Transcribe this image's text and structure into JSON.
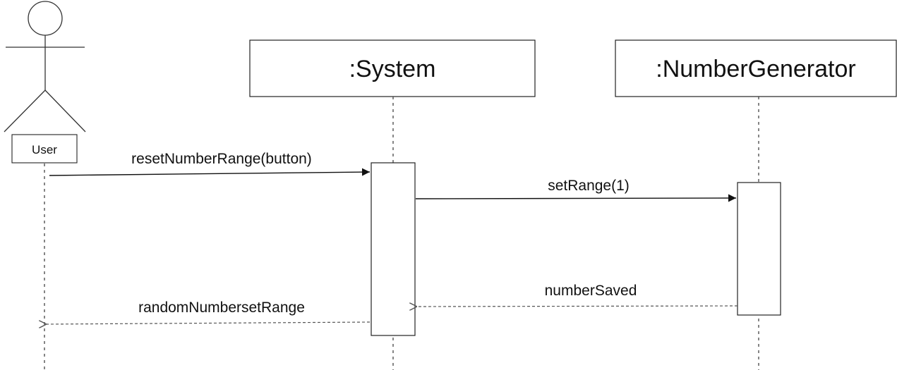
{
  "actor": {
    "label": "User"
  },
  "participants": [
    {
      "label": ":System"
    },
    {
      "label": ":NumberGenerator"
    }
  ],
  "messages": [
    {
      "label": "resetNumberRange(button)",
      "kind": "synchronous"
    },
    {
      "label": "setRange(1)",
      "kind": "synchronous"
    },
    {
      "label": "numberSaved",
      "kind": "return"
    },
    {
      "label": "randomNumbersetRange",
      "kind": "return"
    }
  ]
}
